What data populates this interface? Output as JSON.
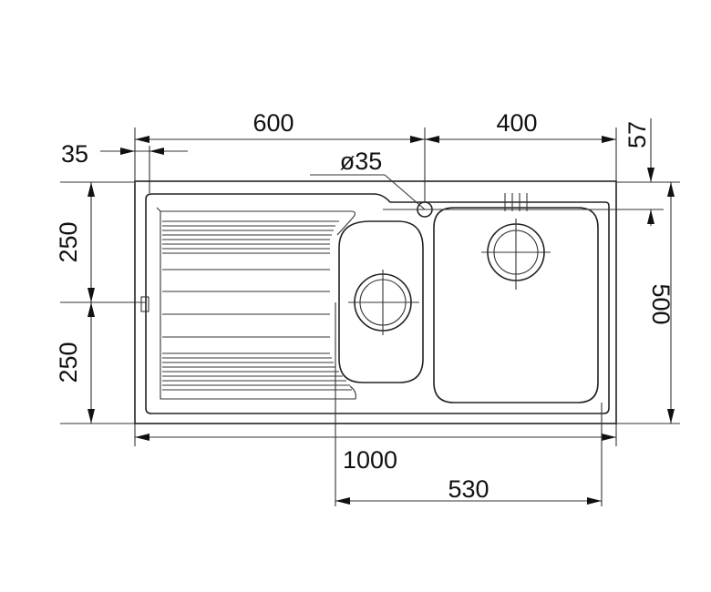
{
  "diagram": {
    "subject": "sink technical drawing",
    "dimensions": {
      "width_drainer": "600",
      "width_bowl": "400",
      "offset_left": "35",
      "offset_top": "57",
      "tap_hole": "ø35",
      "height_top": "250",
      "height_bottom": "250",
      "depth_total": "500",
      "total_width": "1000",
      "waste_distance": "530"
    },
    "colors": {
      "line": "#222222",
      "background": "#ffffff"
    }
  }
}
